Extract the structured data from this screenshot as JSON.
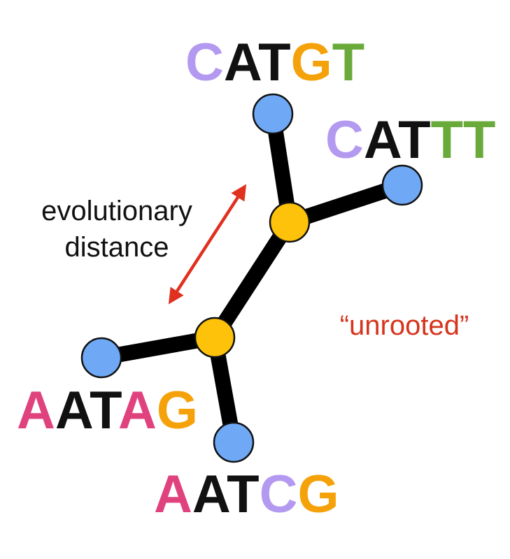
{
  "sequences": {
    "top": [
      "C",
      "A",
      "T",
      "G",
      "T"
    ],
    "upper_right": [
      "C",
      "A",
      "T",
      "T",
      "T"
    ],
    "lower_left": [
      "A",
      "A",
      "T",
      "A",
      "G"
    ],
    "bottom": [
      "A",
      "A",
      "T",
      "C",
      "G"
    ]
  },
  "base_colors": {
    "A_pink": "#E0427E",
    "C_purple": "#B39AF0",
    "G_orange": "#F5A20A",
    "T_green": "#6AAA3A",
    "plain": "#111111"
  },
  "labels": {
    "distance_line1": "evolutionary",
    "distance_line2": "distance",
    "unrooted": "“unrooted”"
  },
  "colors": {
    "branch": "#000000",
    "leaf_node": "#6FA8F5",
    "internal_node": "#FFC20A",
    "arrow": "#E0301E",
    "unrooted_text": "#D6341D"
  }
}
